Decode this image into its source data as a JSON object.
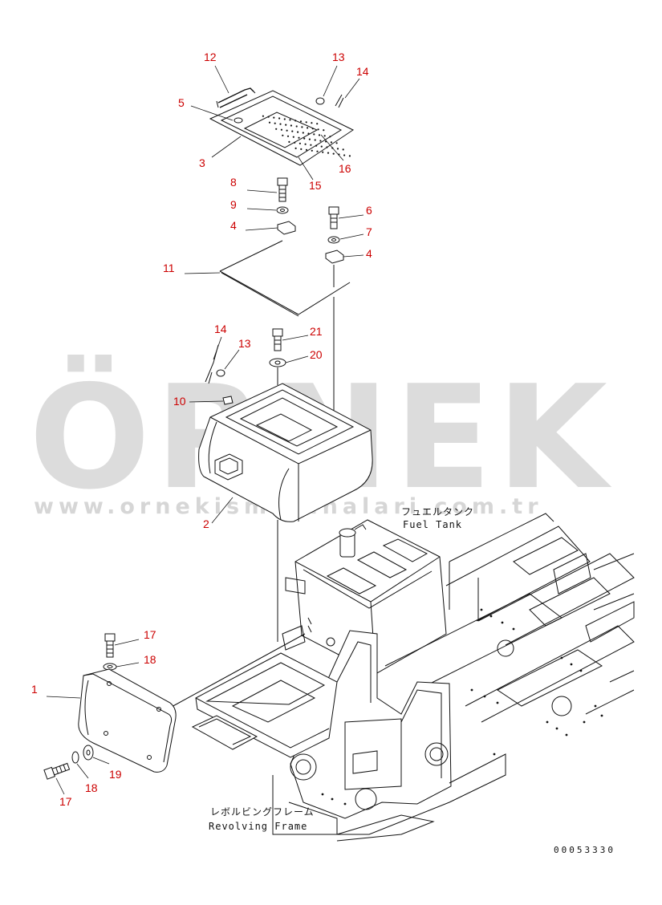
{
  "watermark": {
    "logo": "ÖRNEK",
    "url": "www.ornekismakinalari.com.tr",
    "accent_color": "#f6d04d"
  },
  "labels": {
    "fuel_tank_jp": "フュエルタンク",
    "fuel_tank_en": "Fuel Tank",
    "revolving_frame_jp": "レボルビングフレーム",
    "revolving_frame_en": "Revolving Frame"
  },
  "drawing_id": "00053330",
  "callouts": [
    "12",
    "13",
    "14",
    "5",
    "3",
    "16",
    "15",
    "8",
    "9",
    "4",
    "6",
    "7",
    "4",
    "11",
    "14",
    "13",
    "21",
    "20",
    "10",
    "2",
    "17",
    "18",
    "1",
    "19",
    "18",
    "17"
  ],
  "colors": {
    "callout": "#cc0000",
    "line": "#111111"
  }
}
